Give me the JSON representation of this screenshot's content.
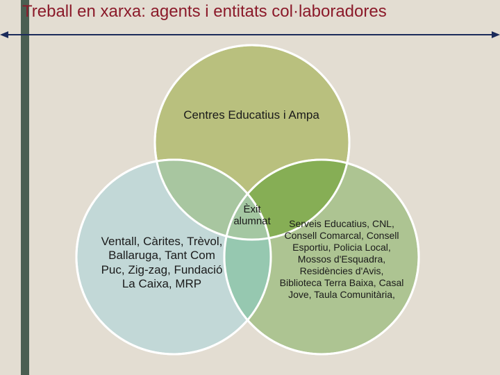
{
  "title": "Treball en xarxa: agents i entitats col·laboradores",
  "colors": {
    "title": "#8b1a2a",
    "background": "#e3ddd2",
    "left_bar": "#4a5f52",
    "circle_top": "#b9c07e",
    "circle_left": "#bcd7d8",
    "circle_right": "#9fbe82"
  },
  "diagram": {
    "top": "Centres Educatius i Ampa",
    "center": "Èxit alumnat",
    "left": "Ventall, Càrites, Trèvol, Ballaruga, Tant Com Puc, Zig-zag, Fundació La Caixa, MRP",
    "right": "Serveis Educatius, CNL, Consell Comarcal, Consell Esportiu, Policia Local, Mossos d'Esquadra, Residències d'Avis, Biblioteca Terra Baixa, Casal Jove, Taula Comunitària,"
  }
}
